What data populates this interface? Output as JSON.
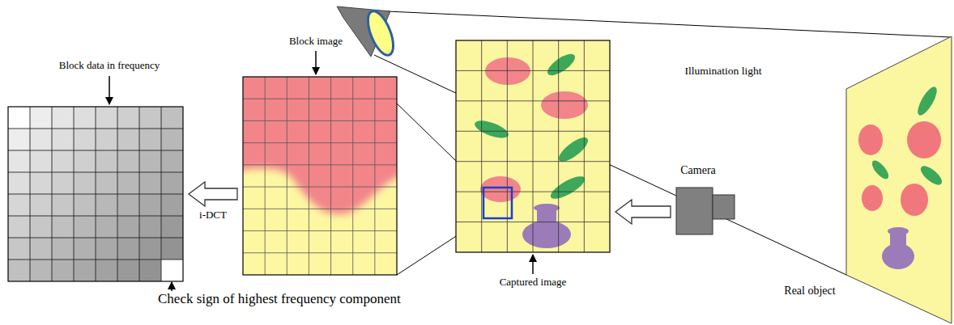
{
  "diagram": {
    "nodes": [
      {
        "text": [
          "Block data in frequency"
        ]
      },
      {
        "text": [
          "Block image"
        ]
      },
      {
        "text": [
          "Captured image"
        ]
      },
      {
        "text": [
          "Camera"
        ]
      },
      {
        "text": [
          "Real object"
        ]
      }
    ],
    "edges": [
      {
        "from": 1,
        "to": 0,
        "arrow": "to",
        "label": "i-DCT"
      },
      {
        "from": 3,
        "to": 2,
        "arrow": "to"
      }
    ],
    "labels": [
      "Illumination light",
      "Check sign of highest frequency component"
    ]
  }
}
